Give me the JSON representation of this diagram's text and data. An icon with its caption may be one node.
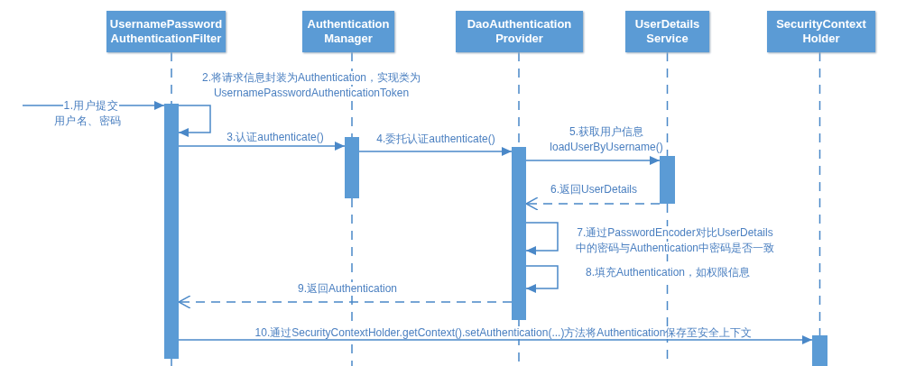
{
  "diagram": {
    "nodes": [
      {
        "text": [
          "UsernamePassword AuthenticationFilter"
        ]
      },
      {
        "text": [
          "Authentication Manager"
        ]
      },
      {
        "text": [
          "DaoAuthentication Provider"
        ]
      },
      {
        "text": [
          "UserDetails Service"
        ]
      },
      {
        "text": [
          "SecurityContext Holder"
        ]
      },
      {
        "text": [],
        "shape": "bar"
      },
      {
        "text": [],
        "shape": "bar"
      },
      {
        "text": [],
        "shape": "bar"
      },
      {
        "text": [],
        "shape": "bar"
      },
      {
        "text": [],
        "shape": "bar"
      }
    ],
    "edges": [
      {
        "from": null,
        "to": 5,
        "arrow": "to",
        "label": "1.用户提交用户名、密码"
      },
      {
        "from": 5,
        "to": 5,
        "arrow": "to",
        "label": "2.将请求信息封装为Authentication，实现类为 UsernamePasswordAuthenticationToken"
      },
      {
        "from": 5,
        "to": 6,
        "arrow": "to",
        "label": "3.认证authenticate()"
      },
      {
        "from": 6,
        "to": 7,
        "arrow": "to",
        "label": "4.委托认证authenticate()"
      },
      {
        "from": 7,
        "to": 8,
        "arrow": "to",
        "label": "5.获取用户信息 loadUserByUsername()"
      },
      {
        "from": 8,
        "to": 7,
        "arrow": "to",
        "label": "6.返回UserDetails",
        "style": "dashed"
      },
      {
        "from": 7,
        "to": 7,
        "arrow": "to",
        "label": "7.通过PasswordEncoder对比UserDetails 中的密码与Authentication中密码是否一致"
      },
      {
        "from": 7,
        "to": 7,
        "arrow": "to",
        "label": "8.填充Authentication，如权限信息"
      },
      {
        "from": 7,
        "to": 5,
        "arrow": "to",
        "label": "9.返回Authentication",
        "style": "dashed"
      },
      {
        "from": 5,
        "to": 9,
        "arrow": "to",
        "label": "10.通过SecurityContextHolder.getContext().setAuthentication(...)方法将Authentication保存至安全上下文"
      },
      {
        "from": 0,
        "to": 5,
        "arrow": "none",
        "style": "dashed"
      },
      {
        "from": 1,
        "to": 6,
        "arrow": "none",
        "style": "dashed"
      },
      {
        "from": 2,
        "to": 7,
        "arrow": "none",
        "style": "dashed"
      },
      {
        "from": 3,
        "to": 8,
        "arrow": "none",
        "style": "dashed"
      },
      {
        "from": 4,
        "to": 9,
        "arrow": "none",
        "style": "dashed"
      }
    ]
  }
}
